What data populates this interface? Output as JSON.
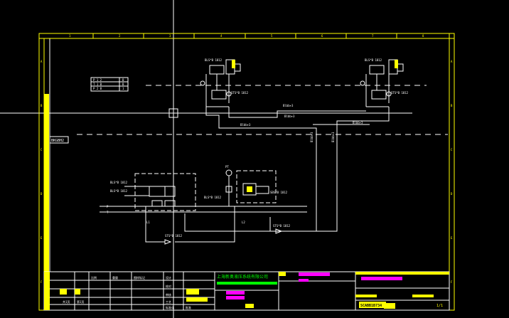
{
  "drawing": {
    "colors": {
      "background": "#000000",
      "frame": "#ffff00",
      "lines": "#ffffff",
      "title_text": "#00ff00",
      "highlight": "#ff00ff",
      "cyan": "#00ffff"
    },
    "column_numbers": [
      "1",
      "2",
      "3",
      "4",
      "5",
      "6",
      "7",
      "8"
    ],
    "row_letters": [
      "A",
      "B",
      "C",
      "D",
      "E",
      "F"
    ],
    "section_label": "BKGBH2",
    "component_tags": {
      "top_left": "BLS*B 1812",
      "top_left_valve": "STS*B 1812",
      "top_right": "BLS*B 1812",
      "top_right_valve": "STS*B 1812",
      "left_cluster_1": "BLS*B 1812",
      "left_cluster_2": "BLS*B 1812",
      "mid_cluster_1": "BLS*B 1812",
      "mid_cluster_2": "SBS*B 1812",
      "bottom_left_valve": "STS*B 1812",
      "bottom_right_valve": "STS*B 1812"
    },
    "pipe_labels": {
      "pipe_a": "Blbb+3",
      "pipe_b": "Blbb+3",
      "pipe_c": "Blbb+3",
      "pipe_d": "Blbb+3",
      "riser_1": "Blbb+3",
      "riser_2": "Blbb+3"
    },
    "line_tags": {
      "p_line": "P",
      "t_line": "T",
      "l1": "L1",
      "l2": "L2",
      "pt": "PT"
    },
    "legend_table": [
      {
        "code": "P 1 2",
        "value": "B"
      },
      {
        "code": "T 1 B",
        "value": "B"
      },
      {
        "code": "P 2 B",
        "value": "1"
      }
    ],
    "title_block": {
      "company": "上海新奥液压系统有限公司",
      "drawing_no": "SCABB1B734",
      "sheet": "1/1",
      "small_labels": [
        "共1页",
        "第1页",
        "比例",
        "重量",
        "图样标记",
        "设计",
        "校对",
        "审核",
        "工艺",
        "标准化",
        "批准"
      ]
    }
  }
}
